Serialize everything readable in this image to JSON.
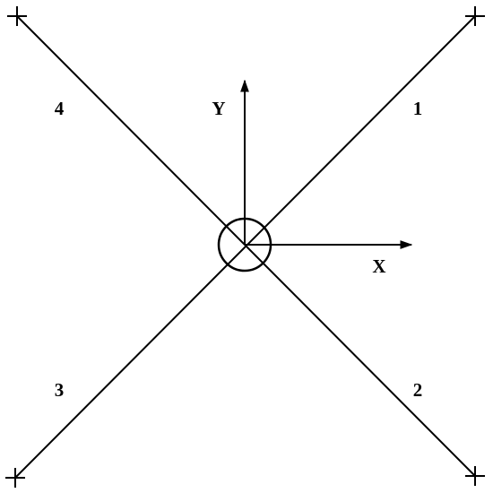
{
  "axes": {
    "x_label": "X",
    "y_label": "Y"
  },
  "quadrants": {
    "q1": "1",
    "q2": "2",
    "q3": "3",
    "q4": "4"
  },
  "colors": {
    "stroke": "#000000",
    "background": "#ffffff"
  }
}
